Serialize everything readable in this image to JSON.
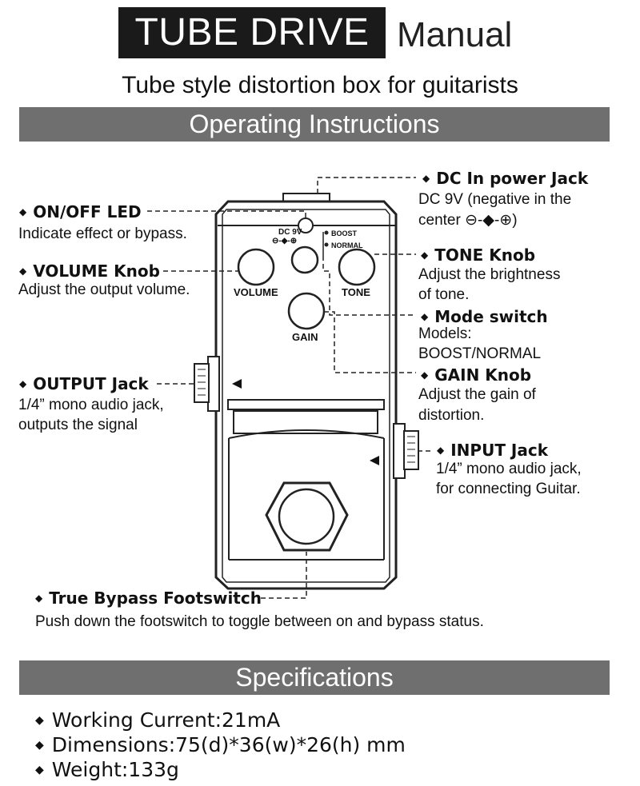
{
  "header": {
    "title_box": "TUBE DRIVE",
    "title_suffix": "Manual",
    "subtitle": "Tube style distortion box for guitarists"
  },
  "sections": {
    "operating": "Operating Instructions",
    "specs": "Specifications"
  },
  "pedal": {
    "dc_label": "DC 9V",
    "boost": "BOOST",
    "normal": "NORMAL",
    "volume": "VOLUME",
    "tone": "TONE",
    "gain": "GAIN"
  },
  "callouts": {
    "dc": {
      "label": "DC In power Jack",
      "line1": "DC 9V (negative in the",
      "line2": "center ⊖-◆-⊕)"
    },
    "led": {
      "label": "ON/OFF LED",
      "line1": "Indicate effect or bypass."
    },
    "volume": {
      "label": "VOLUME Knob",
      "line1": "Adjust the output volume."
    },
    "tone": {
      "label": "TONE Knob",
      "line1": "Adjust the brightness",
      "line2": "of tone."
    },
    "mode": {
      "label": "Mode switch",
      "line1": "Models:",
      "line2": "BOOST/NORMAL"
    },
    "gain": {
      "label": "GAIN Knob",
      "line1": "Adjust the gain of",
      "line2": "distortion."
    },
    "output": {
      "label": "OUTPUT Jack",
      "line1": "1/4” mono audio jack,",
      "line2": "outputs the signal"
    },
    "input": {
      "label": "INPUT Jack",
      "line1": "1/4” mono audio jack,",
      "line2": "for connecting Guitar."
    },
    "footswitch": {
      "label": "True Bypass Footswitch",
      "line1": "Push down the footswitch to toggle between on and bypass status."
    }
  },
  "specs": [
    "Working Current:21mA",
    "Dimensions:75(d)*36(w)*26(h) mm",
    "Weight:133g"
  ]
}
